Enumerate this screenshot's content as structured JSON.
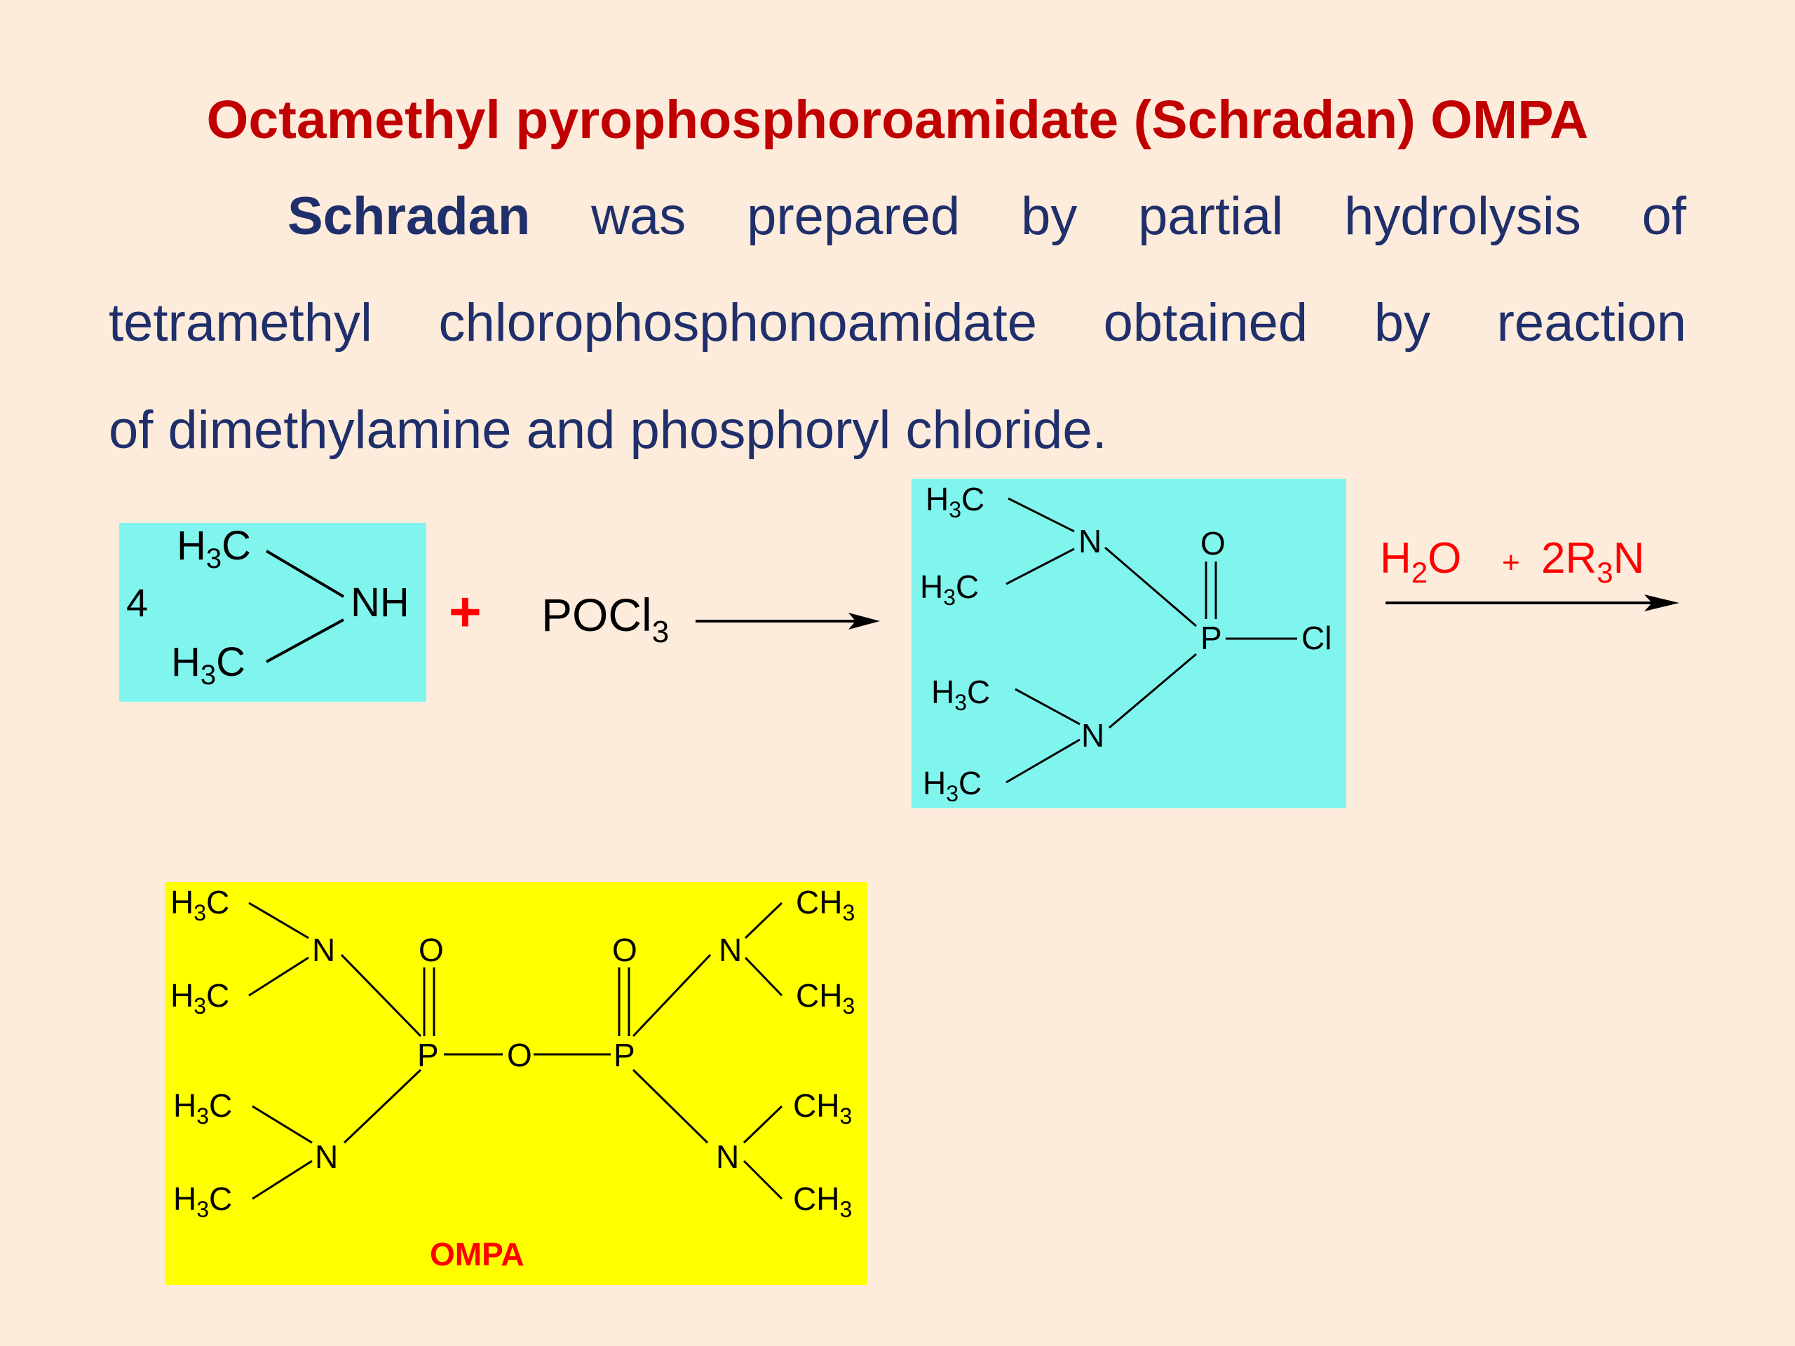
{
  "title": "Octamethyl pyrophosphoroamidate (Schradan) OMPA",
  "paragraph": {
    "line1_bold": "Schradan",
    "line1_rest": "was prepared by partial hydrolysis of",
    "line2": "tetramethyl chlorophosphonoamidate obtained by reaction",
    "line3": "of dimethylamine and phosphoryl chloride."
  },
  "reaction": {
    "coefficient": "4",
    "plus": "+",
    "pocl": "POCl",
    "pocl_sub": "3",
    "nh": "NH",
    "methyl_h": "H",
    "methyl_sub": "3",
    "methyl_c": "C",
    "ch": "CH",
    "atom_n": "N",
    "atom_o": "O",
    "atom_p": "P",
    "atom_cl": "Cl",
    "reagent_h": "H",
    "reagent_h_sub": "2",
    "reagent_o": "O",
    "reagent_plus": "+",
    "reagent_2r": "2R",
    "reagent_r_sub": "3",
    "reagent_n": "N"
  },
  "product": {
    "label": "OMPA"
  },
  "colors": {
    "background": "#fdebdb",
    "title": "#c00000",
    "body_text": "#1f2f6b",
    "highlight_cyan": "#80f5ee",
    "highlight_yellow": "#ffff00",
    "reagent_red": "#ff0000"
  }
}
